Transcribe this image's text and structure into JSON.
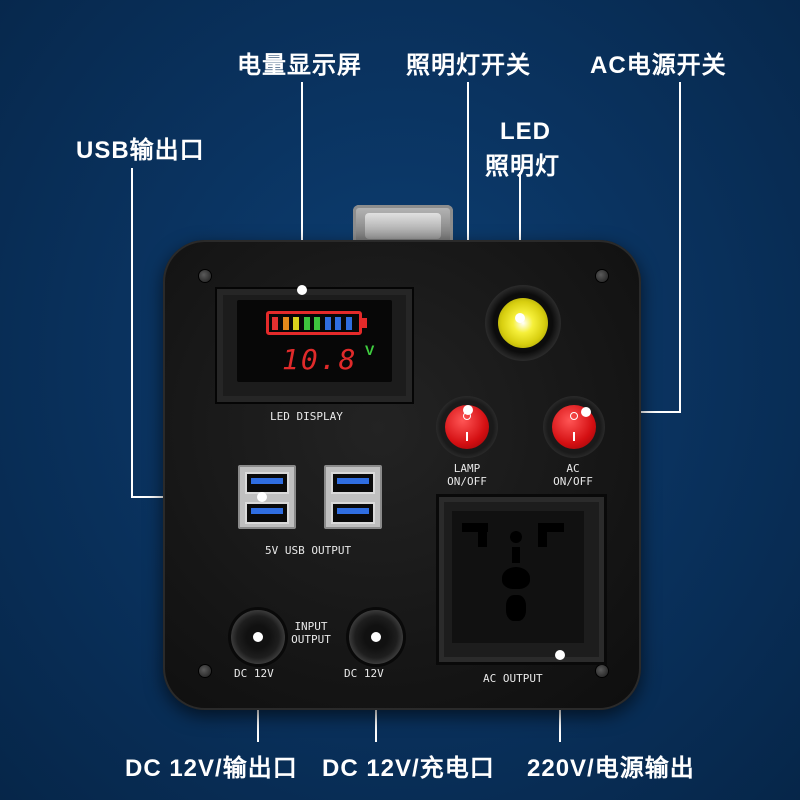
{
  "callouts": {
    "battery_display": "电量显示屏",
    "lamp_switch": "照明灯开关",
    "ac_switch": "AC电源开关",
    "usb_output": "USB输出口",
    "led_lamp_line1": "LED",
    "led_lamp_line2": "照明灯",
    "dc_output": "DC 12V/输出口",
    "dc_charge": "DC 12V/充电口",
    "ac_output": "220V/电源输出"
  },
  "panel_labels": {
    "led_display": "LED DISPLAY",
    "voltage_reading": "10.8",
    "voltage_unit": "V",
    "lamp_line1": "LAMP",
    "lamp_line2": "ON/OFF",
    "ac_line1": "AC",
    "ac_line2": "ON/OFF",
    "usb_output": "5V USB OUTPUT",
    "input_output_line1": "INPUT",
    "input_output_line2": "OUTPUT",
    "dc_left": "DC 12V",
    "dc_right": "DC 12V",
    "ac_output": "AC OUTPUT"
  },
  "battery_indicator": {
    "bar_colors": [
      "#e53030",
      "#e58a1a",
      "#d8d21c",
      "#3dc43d",
      "#3dc43d",
      "#2f6de0",
      "#2f6de0",
      "#2f6de0"
    ]
  },
  "colors": {
    "background": "#0a3360",
    "device_body": "#161616",
    "switch_red": "#d40f12",
    "display_red": "#e02a2a",
    "unit_green": "#3fcf3f",
    "led_yellow": "#f6f03a"
  }
}
